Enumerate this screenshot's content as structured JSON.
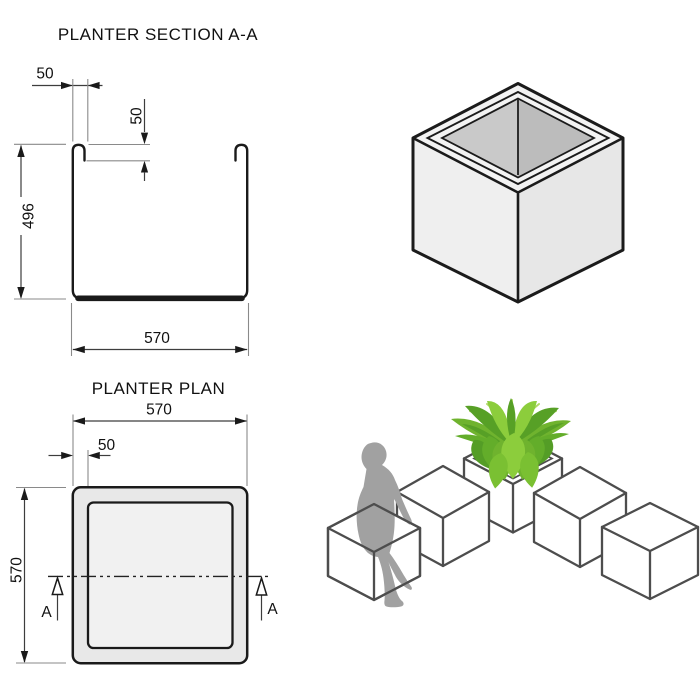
{
  "section_view": {
    "title": "PLANTER SECTION A-A",
    "dim_wall_top": "50",
    "dim_lip_depth": "50",
    "dim_height": "496",
    "dim_width": "570"
  },
  "plan_view": {
    "title": "PLANTER PLAN",
    "dim_width_top": "570",
    "dim_wall": "50",
    "dim_height_left": "570",
    "marker_left": "A",
    "marker_right": "A"
  },
  "colors": {
    "drawing_line": "#1a1a1a",
    "dimension_line": "#3d3d3d",
    "scene_cube_stroke": "#4d4d4d",
    "iso_face_top": "#f3f3f3",
    "iso_face_left": "#efefef",
    "iso_face_right": "#e7e7e7",
    "iso_interior_left": "#c9c9c9",
    "iso_interior_right": "#bcbcbc",
    "plan_band_fill": "#e8e8e8",
    "plan_inner_fill": "#f1f1f1",
    "planter_opening": "#d9d9d9",
    "silhouette": "#a1a1a1",
    "plant_light": "#8ccd3c",
    "plant_mid": "#6fb32e",
    "plant_dark": "#57a026",
    "plant_leaf_back": "#549d26",
    "plant_leaf_mid": "#63ad2a",
    "plant_leaf_front": "#7ac032",
    "plant_stem": "#b2d968"
  }
}
